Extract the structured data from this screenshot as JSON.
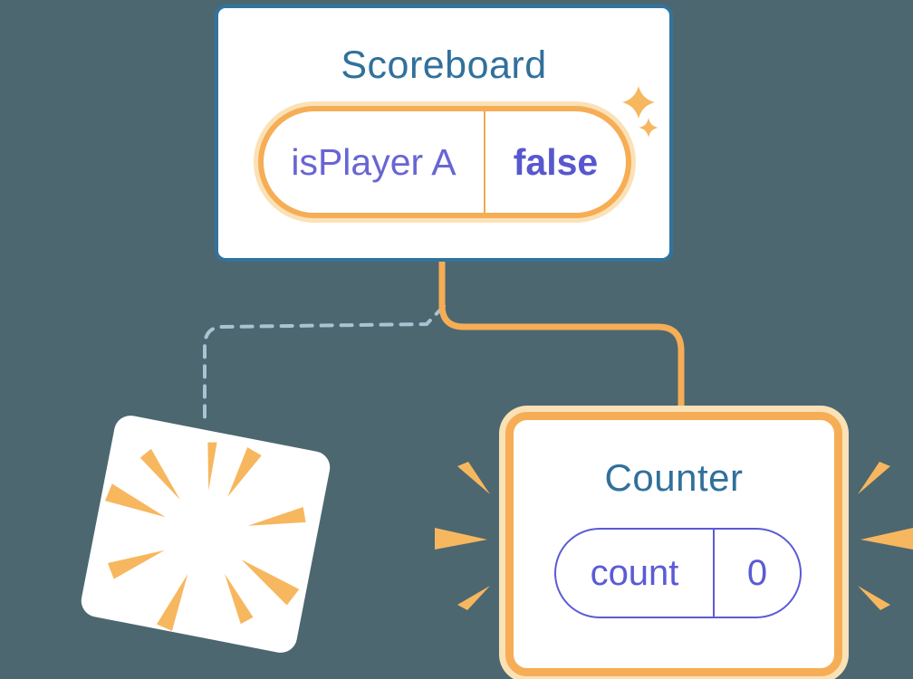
{
  "colors": {
    "canvas-bg": "#4C6770",
    "card-border-blue": "#32739D",
    "title-blue": "#31709B",
    "orange": "#F6AD55",
    "orange-divider": "#F2A84F",
    "orange-glow": "#FBE1B6",
    "ray-orange": "#F7B75F",
    "state-purple": "#6865D3",
    "state-purple-bold": "#5757CE",
    "pill-purple": "#5B5BD6",
    "dash-blue": "#A8C4D2",
    "card-white": "#FFFFFF"
  },
  "scoreboard_card": {
    "title": "Scoreboard",
    "state_pill": {
      "label": "isPlayer A",
      "value": "false"
    }
  },
  "counter_card": {
    "title": "Counter",
    "state_pill": {
      "label": "count",
      "value": "0"
    }
  },
  "icons": {
    "sparkles": "twin four-point sparkle stars beside highlighted state pill",
    "poof_burst": "radial orange poof starburst on tilted card (component destroyed)",
    "emphasis_rays": "three orange emphasis rays on each side of Counter card (component added)"
  }
}
